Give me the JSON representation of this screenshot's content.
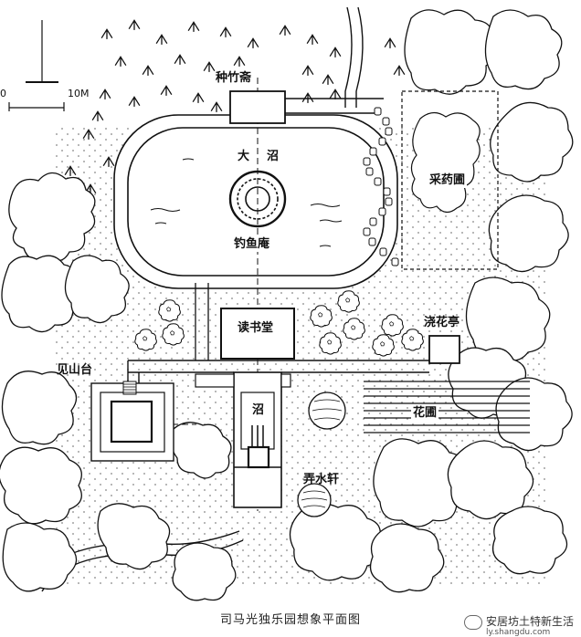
{
  "scale": {
    "start": "0",
    "end": "10M"
  },
  "labels": {
    "zhongzhuzhai": "种竹斋",
    "dazhao": "大",
    "dazhao2": "沼",
    "diaoyuan": "钓鱼庵",
    "caiyaopu": "采药圃",
    "dushutang": "读书堂",
    "jiaohuating": "浇花亭",
    "jianshantai": "见山台",
    "zhao": "沼",
    "huapu": "花圃",
    "nongshuixuan": "弄水轩"
  },
  "caption": "司马光独乐园想象平面图",
  "watermark": {
    "text": "安居坊土特新生活",
    "url": "ly.shangdu.com"
  },
  "colors": {
    "ink": "#111111",
    "paper": "#ffffff"
  }
}
